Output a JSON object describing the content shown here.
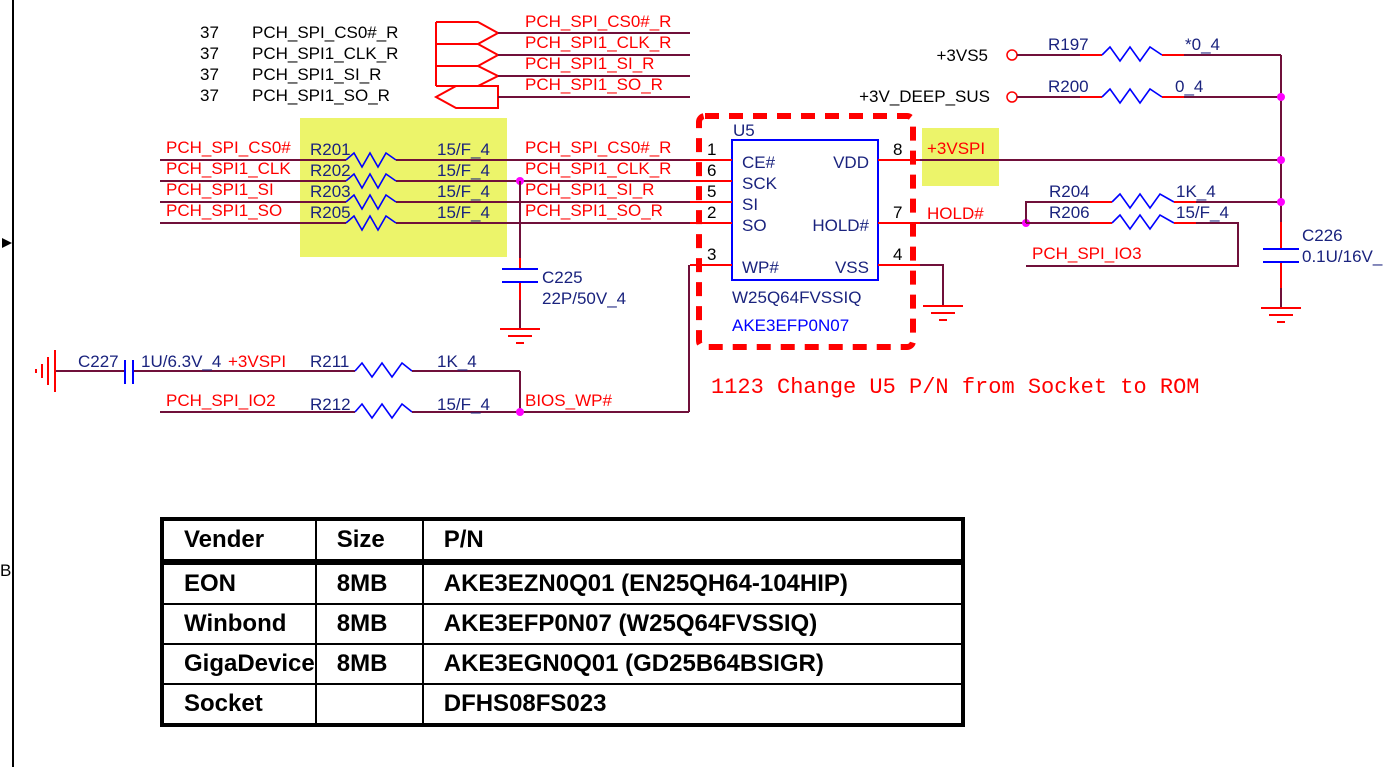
{
  "sheet_refs": [
    {
      "page": "37",
      "net": "PCH_SPI_CS0#_R"
    },
    {
      "page": "37",
      "net": "PCH_SPI1_CLK_R"
    },
    {
      "page": "37",
      "net": "PCH_SPI1_SI_R"
    },
    {
      "page": "37",
      "net": "PCH_SPI1_SO_R"
    }
  ],
  "offpage_nets": [
    "PCH_SPI_CS0#_R",
    "PCH_SPI1_CLK_R",
    "PCH_SPI1_SI_R",
    "PCH_SPI1_SO_R"
  ],
  "series_resistors": [
    {
      "net_in": "PCH_SPI_CS0#",
      "ref": "R201",
      "value": "15/F_4",
      "net_out": "PCH_SPI_CS0#_R",
      "pin": "1"
    },
    {
      "net_in": "PCH_SPI1_CLK",
      "ref": "R202",
      "value": "15/F_4",
      "net_out": "PCH_SPI1_CLK_R",
      "pin": "6"
    },
    {
      "net_in": "PCH_SPI1_SI",
      "ref": "R203",
      "value": "15/F_4",
      "net_out": "PCH_SPI1_SI_R",
      "pin": "5"
    },
    {
      "net_in": "PCH_SPI1_SO",
      "ref": "R205",
      "value": "15/F_4",
      "net_out": "PCH_SPI1_SO_R",
      "pin": "2"
    }
  ],
  "chip": {
    "ref": "U5",
    "part": "W25Q64FVSSIQ",
    "pn": "AKE3EFP0N07",
    "left_pins": [
      {
        "num": "1",
        "name": "CE#"
      },
      {
        "num": "6",
        "name": "SCK"
      },
      {
        "num": "5",
        "name": "SI"
      },
      {
        "num": "2",
        "name": "SO"
      },
      {
        "num": "3",
        "name": "WP#"
      }
    ],
    "right_pins": [
      {
        "num": "8",
        "name": "VDD"
      },
      {
        "num": "7",
        "name": "HOLD#"
      },
      {
        "num": "4",
        "name": "VSS"
      }
    ]
  },
  "power": {
    "r197": {
      "rail": "+3VS5",
      "ref": "R197",
      "value": "*0_4"
    },
    "r200": {
      "rail": "+3V_DEEP_SUS",
      "ref": "R200",
      "value": "0_4"
    },
    "vdd_net": "+3VSPI",
    "hold_net": "HOLD#"
  },
  "hold_resistors": {
    "r204": {
      "ref": "R204",
      "value": "1K_4"
    },
    "r206": {
      "ref": "R206",
      "value": "15/F_4"
    },
    "io3_net": "PCH_SPI_IO3"
  },
  "caps": {
    "c225": {
      "ref": "C225",
      "value": "22P/50V_4"
    },
    "c226": {
      "ref": "C226",
      "value": "0.1U/16V_"
    },
    "c227": {
      "ref": "C227",
      "value": "1U/6.3V_4"
    }
  },
  "wp_section": {
    "rail": "+3VSPI",
    "r211": {
      "ref": "R211",
      "value": "1K_4"
    },
    "r212": {
      "ref": "R212",
      "value": "15/F_4"
    },
    "io2_net": "PCH_SPI_IO2",
    "wp_net": "BIOS_WP#"
  },
  "note": "1123 Change U5 P/N from Socket to ROM",
  "margin_label": "B",
  "bom_table": {
    "headers": [
      "Vender",
      "Size",
      "P/N"
    ],
    "rows": [
      [
        "EON",
        "8MB",
        "AKE3EZN0Q01 (EN25QH64-104HIP)"
      ],
      [
        "Winbond",
        "8MB",
        "AKE3EFP0N07 (W25Q64FVSSIQ)"
      ],
      [
        "GigaDevice",
        "8MB",
        "AKE3EGN0Q01 (GD25B64BSIGR)"
      ],
      [
        "Socket",
        "",
        "DFHS08FS023"
      ]
    ]
  }
}
